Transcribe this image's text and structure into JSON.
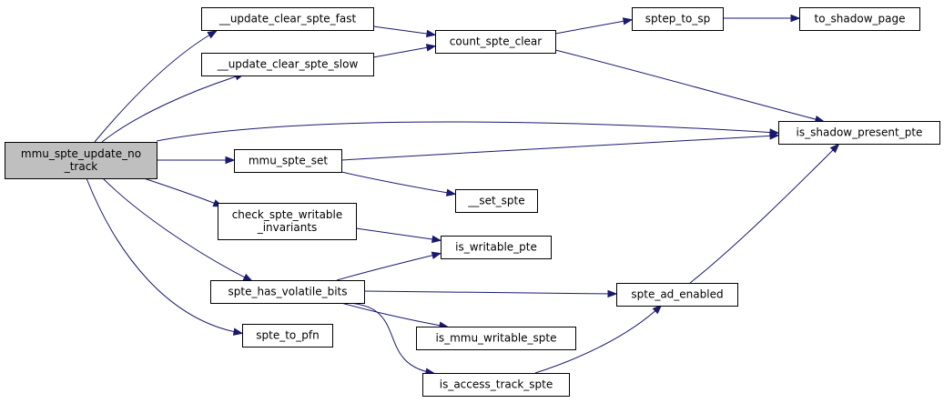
{
  "diagram": {
    "type": "call-graph",
    "nodes": {
      "root": [
        "mmu_spte_update_no",
        "_track"
      ],
      "update_clear_fast": [
        "__update_clear_spte_fast"
      ],
      "update_clear_slow": [
        "__update_clear_spte_slow"
      ],
      "count_spte_clear": [
        "count_spte_clear"
      ],
      "sptep_to_sp": [
        "sptep_to_sp"
      ],
      "to_shadow_page": [
        "to_shadow_page"
      ],
      "is_shadow_present_pte": [
        "is_shadow_present_pte"
      ],
      "mmu_spte_set": [
        "mmu_spte_set"
      ],
      "set_spte": [
        "__set_spte"
      ],
      "check_spte_writable": [
        "check_spte_writable",
        "_invariants"
      ],
      "is_writable_pte": [
        "is_writable_pte"
      ],
      "spte_has_volatile_bits": [
        "spte_has_volatile_bits"
      ],
      "spte_ad_enabled": [
        "spte_ad_enabled"
      ],
      "spte_to_pfn": [
        "spte_to_pfn"
      ],
      "is_mmu_writable_spte": [
        "is_mmu_writable_spte"
      ],
      "is_access_track_spte": [
        "is_access_track_spte"
      ]
    },
    "edges": [
      [
        "root",
        "update_clear_fast"
      ],
      [
        "root",
        "update_clear_slow"
      ],
      [
        "root",
        "is_shadow_present_pte"
      ],
      [
        "root",
        "mmu_spte_set"
      ],
      [
        "root",
        "check_spte_writable"
      ],
      [
        "root",
        "spte_has_volatile_bits"
      ],
      [
        "root",
        "spte_to_pfn"
      ],
      [
        "update_clear_fast",
        "count_spte_clear"
      ],
      [
        "update_clear_slow",
        "count_spte_clear"
      ],
      [
        "count_spte_clear",
        "sptep_to_sp"
      ],
      [
        "count_spte_clear",
        "is_shadow_present_pte"
      ],
      [
        "sptep_to_sp",
        "to_shadow_page"
      ],
      [
        "mmu_spte_set",
        "is_shadow_present_pte"
      ],
      [
        "mmu_spte_set",
        "set_spte"
      ],
      [
        "check_spte_writable",
        "is_writable_pte"
      ],
      [
        "spte_has_volatile_bits",
        "is_writable_pte"
      ],
      [
        "spte_has_volatile_bits",
        "spte_ad_enabled"
      ],
      [
        "spte_has_volatile_bits",
        "is_mmu_writable_spte"
      ],
      [
        "spte_has_volatile_bits",
        "is_access_track_spte"
      ],
      [
        "spte_ad_enabled",
        "is_shadow_present_pte"
      ],
      [
        "is_access_track_spte",
        "spte_ad_enabled"
      ]
    ],
    "colors": {
      "edge": "#191970",
      "root_fill": "#bfbfbf",
      "node_fill": "#ffffff",
      "node_border": "#000000"
    }
  }
}
